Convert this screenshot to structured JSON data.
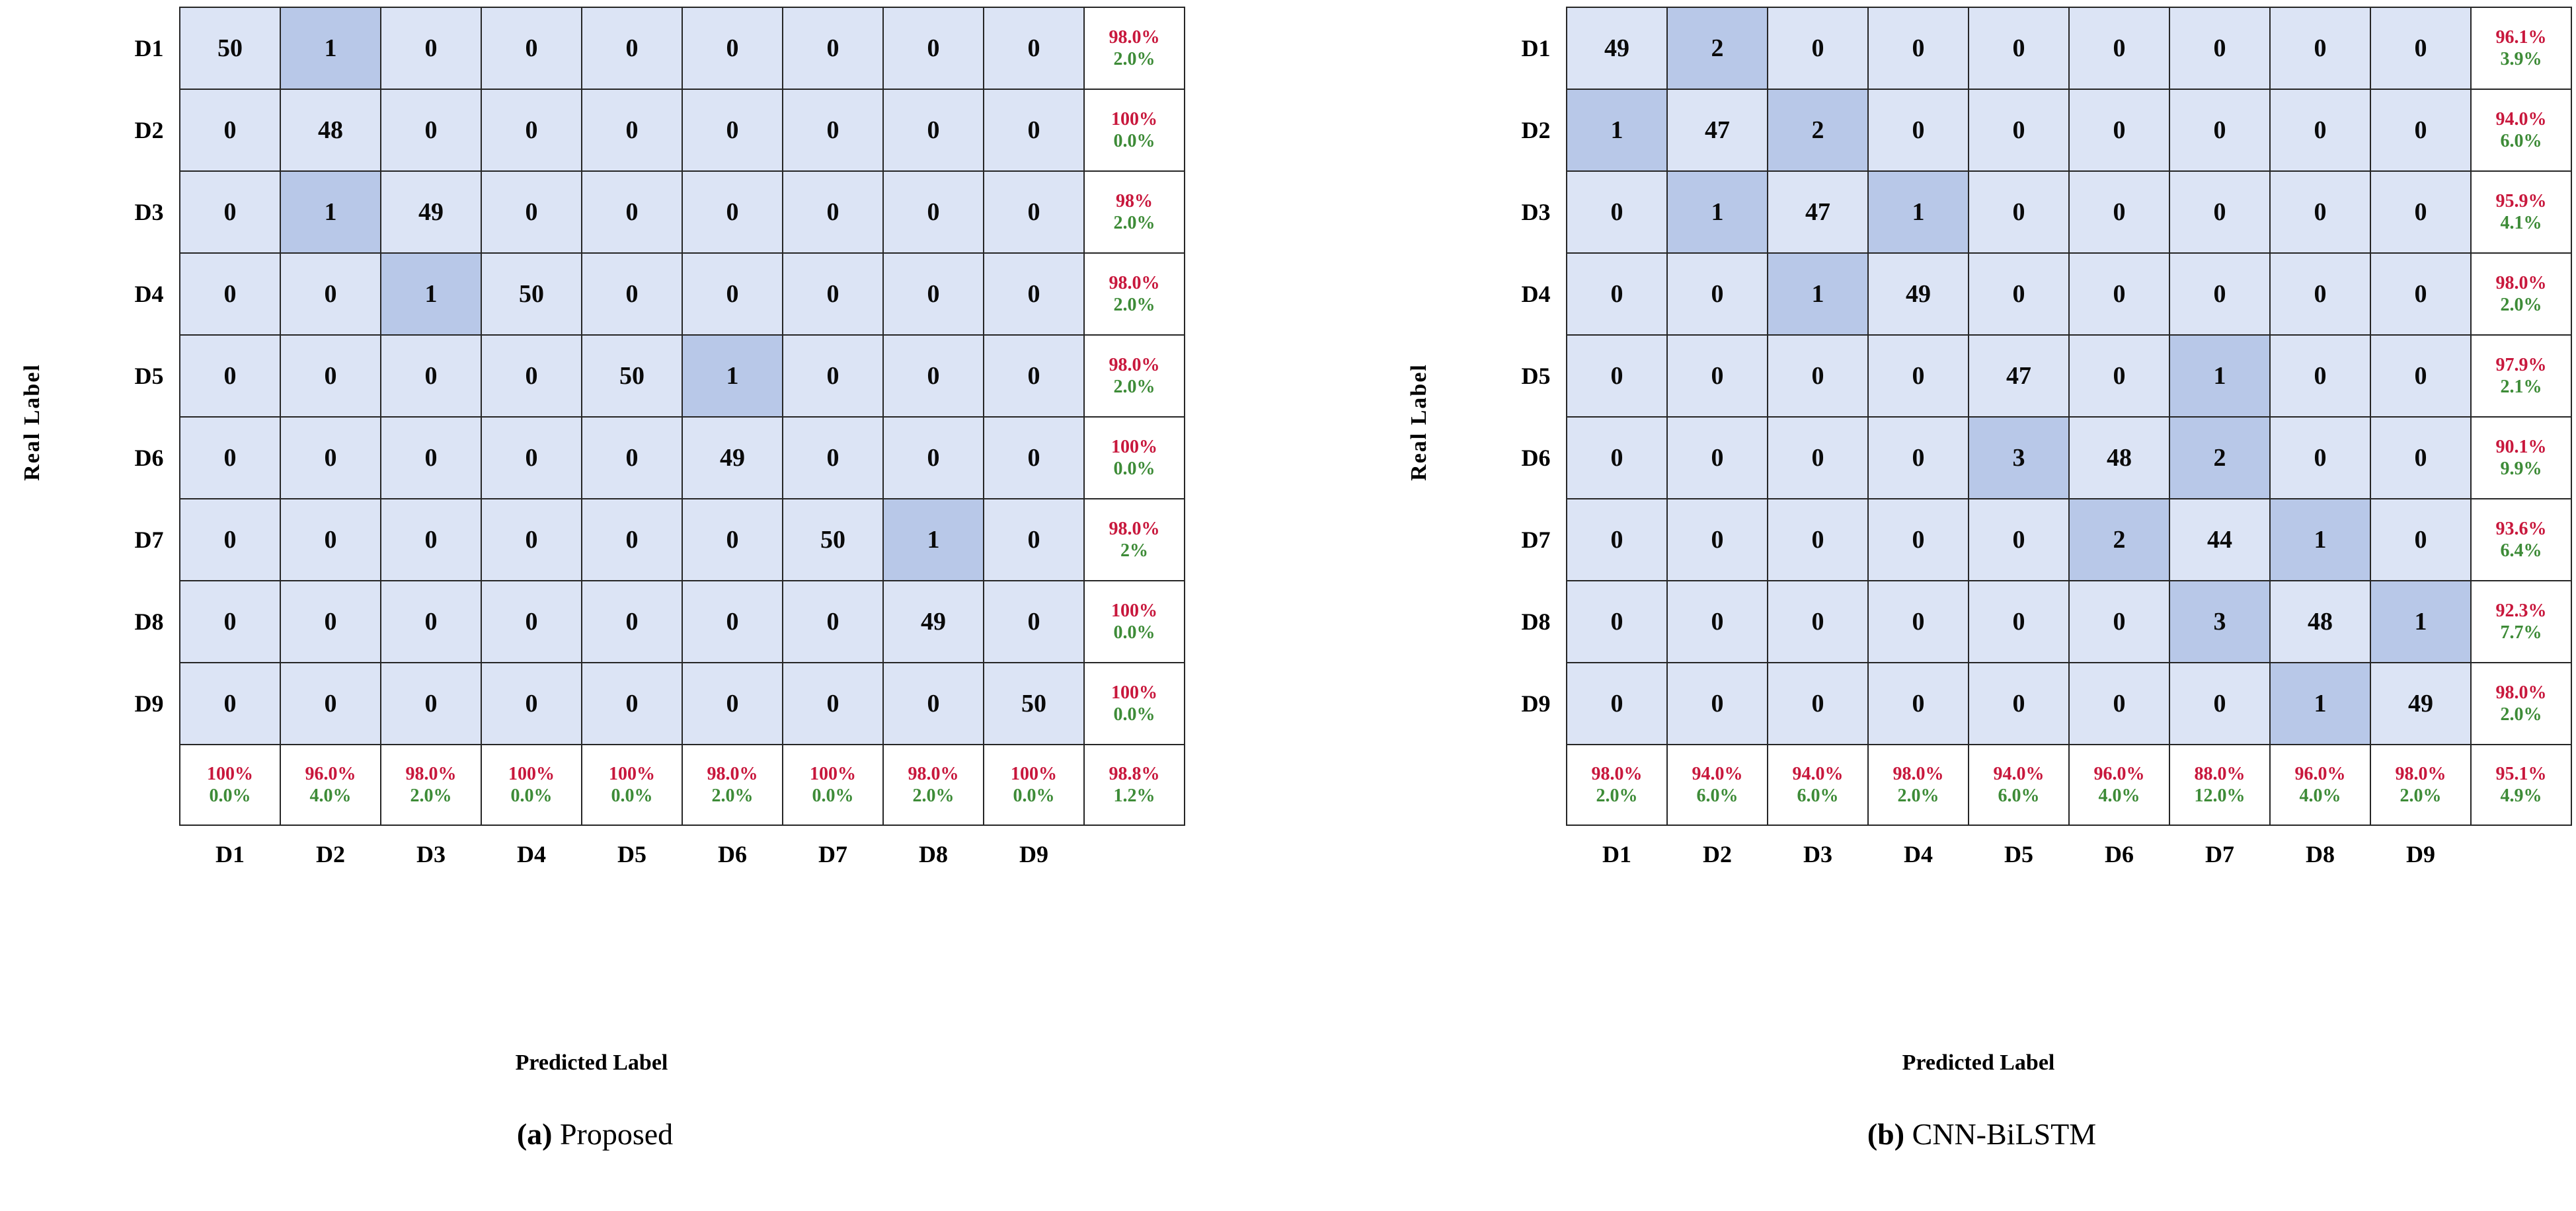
{
  "figure": {
    "axis": {
      "y_title": "Real  Label",
      "x_title": "Predicted Label"
    },
    "class_labels": [
      "D1",
      "D2",
      "D3",
      "D4",
      "D5",
      "D6",
      "D7",
      "D8",
      "D9"
    ]
  },
  "panels": [
    {
      "caption_label": "(a)",
      "caption_text": "Proposed",
      "y_title": "Real  Label",
      "x_title": "Predicted Label",
      "row_labels": [
        "D1",
        "D2",
        "D3",
        "D4",
        "D5",
        "D6",
        "D7",
        "D8",
        "D9"
      ],
      "col_labels": [
        "D1",
        "D2",
        "D3",
        "D4",
        "D5",
        "D6",
        "D7",
        "D8",
        "D9"
      ],
      "matrix": [
        [
          50,
          1,
          0,
          0,
          0,
          0,
          0,
          0,
          0
        ],
        [
          0,
          48,
          0,
          0,
          0,
          0,
          0,
          0,
          0
        ],
        [
          0,
          1,
          49,
          0,
          0,
          0,
          0,
          0,
          0
        ],
        [
          0,
          0,
          1,
          50,
          0,
          0,
          0,
          0,
          0
        ],
        [
          0,
          0,
          0,
          0,
          50,
          1,
          0,
          0,
          0
        ],
        [
          0,
          0,
          0,
          0,
          0,
          49,
          0,
          0,
          0
        ],
        [
          0,
          0,
          0,
          0,
          0,
          0,
          50,
          1,
          0
        ],
        [
          0,
          0,
          0,
          0,
          0,
          0,
          0,
          49,
          0
        ],
        [
          0,
          0,
          0,
          0,
          0,
          0,
          0,
          0,
          50
        ]
      ],
      "row_pct": [
        {
          "correct": "98.0%",
          "error": "2.0%"
        },
        {
          "correct": "100%",
          "error": "0.0%"
        },
        {
          "correct": "98%",
          "error": "2.0%"
        },
        {
          "correct": "98.0%",
          "error": "2.0%"
        },
        {
          "correct": "98.0%",
          "error": "2.0%"
        },
        {
          "correct": "100%",
          "error": "0.0%"
        },
        {
          "correct": "98.0%",
          "error": "2%"
        },
        {
          "correct": "100%",
          "error": "0.0%"
        },
        {
          "correct": "100%",
          "error": "0.0%"
        }
      ],
      "col_pct": [
        {
          "correct": "100%",
          "error": "0.0%"
        },
        {
          "correct": "96.0%",
          "error": "4.0%"
        },
        {
          "correct": "98.0%",
          "error": "2.0%"
        },
        {
          "correct": "100%",
          "error": "0.0%"
        },
        {
          "correct": "100%",
          "error": "0.0%"
        },
        {
          "correct": "98.0%",
          "error": "2.0%"
        },
        {
          "correct": "100%",
          "error": "0.0%"
        },
        {
          "correct": "98.0%",
          "error": "2.0%"
        },
        {
          "correct": "100%",
          "error": "0.0%"
        }
      ],
      "overall": {
        "correct": "98.8%",
        "error": "1.2%"
      }
    },
    {
      "caption_label": "(b)",
      "caption_text": "CNN-BiLSTM",
      "y_title": "Real  Label",
      "x_title": "Predicted Label",
      "row_labels": [
        "D1",
        "D2",
        "D3",
        "D4",
        "D5",
        "D6",
        "D7",
        "D8",
        "D9"
      ],
      "col_labels": [
        "D1",
        "D2",
        "D3",
        "D4",
        "D5",
        "D6",
        "D7",
        "D8",
        "D9"
      ],
      "matrix": [
        [
          49,
          2,
          0,
          0,
          0,
          0,
          0,
          0,
          0
        ],
        [
          1,
          47,
          2,
          0,
          0,
          0,
          0,
          0,
          0
        ],
        [
          0,
          1,
          47,
          1,
          0,
          0,
          0,
          0,
          0
        ],
        [
          0,
          0,
          1,
          49,
          0,
          0,
          0,
          0,
          0
        ],
        [
          0,
          0,
          0,
          0,
          47,
          0,
          1,
          0,
          0
        ],
        [
          0,
          0,
          0,
          0,
          3,
          48,
          2,
          0,
          0
        ],
        [
          0,
          0,
          0,
          0,
          0,
          2,
          44,
          1,
          0
        ],
        [
          0,
          0,
          0,
          0,
          0,
          0,
          3,
          48,
          1
        ],
        [
          0,
          0,
          0,
          0,
          0,
          0,
          0,
          1,
          49
        ]
      ],
      "row_pct": [
        {
          "correct": "96.1%",
          "error": "3.9%"
        },
        {
          "correct": "94.0%",
          "error": "6.0%"
        },
        {
          "correct": "95.9%",
          "error": "4.1%"
        },
        {
          "correct": "98.0%",
          "error": "2.0%"
        },
        {
          "correct": "97.9%",
          "error": "2.1%"
        },
        {
          "correct": "90.1%",
          "error": "9.9%"
        },
        {
          "correct": "93.6%",
          "error": "6.4%"
        },
        {
          "correct": "92.3%",
          "error": "7.7%"
        },
        {
          "correct": "98.0%",
          "error": "2.0%"
        }
      ],
      "col_pct": [
        {
          "correct": "98.0%",
          "error": "2.0%"
        },
        {
          "correct": "94.0%",
          "error": "6.0%"
        },
        {
          "correct": "94.0%",
          "error": "6.0%"
        },
        {
          "correct": "98.0%",
          "error": "2.0%"
        },
        {
          "correct": "94.0%",
          "error": "6.0%"
        },
        {
          "correct": "96.0%",
          "error": "4.0%"
        },
        {
          "correct": "88.0%",
          "error": "12.0%"
        },
        {
          "correct": "96.0%",
          "error": "4.0%"
        },
        {
          "correct": "98.0%",
          "error": "2.0%"
        }
      ],
      "overall": {
        "correct": "95.1%",
        "error": "4.9%"
      }
    }
  ],
  "colors": {
    "cell_bg": "#dce4f5",
    "cell_bg_highlight": "#b8c8e8",
    "border": "#262626",
    "precision_red": "#c8173c",
    "error_green": "#3d8b37",
    "text": "#0a0a0a",
    "page_bg": "#ffffff"
  },
  "chart_data": {
    "type": "heatmap",
    "title": "Confusion matrices: Proposed vs CNN-BiLSTM",
    "xlabel": "Predicted Label",
    "ylabel": "Real  Label",
    "categories": [
      "D1",
      "D2",
      "D3",
      "D4",
      "D5",
      "D6",
      "D7",
      "D8",
      "D9"
    ],
    "grid": true,
    "legend": "none",
    "series": [
      {
        "name": "(a) Proposed",
        "values": [
          [
            50,
            1,
            0,
            0,
            0,
            0,
            0,
            0,
            0
          ],
          [
            0,
            48,
            0,
            0,
            0,
            0,
            0,
            0,
            0
          ],
          [
            0,
            1,
            49,
            0,
            0,
            0,
            0,
            0,
            0
          ],
          [
            0,
            0,
            1,
            50,
            0,
            0,
            0,
            0,
            0
          ],
          [
            0,
            0,
            0,
            0,
            50,
            1,
            0,
            0,
            0
          ],
          [
            0,
            0,
            0,
            0,
            0,
            49,
            0,
            0,
            0
          ],
          [
            0,
            0,
            0,
            0,
            0,
            0,
            50,
            1,
            0
          ],
          [
            0,
            0,
            0,
            0,
            0,
            0,
            0,
            49,
            0
          ],
          [
            0,
            0,
            0,
            0,
            0,
            0,
            0,
            0,
            50
          ]
        ],
        "row_recall_pct": [
          "98.0%",
          "100%",
          "98%",
          "98.0%",
          "98.0%",
          "100%",
          "98.0%",
          "100%",
          "100%"
        ],
        "row_error_pct": [
          "2.0%",
          "0.0%",
          "2.0%",
          "2.0%",
          "2.0%",
          "0.0%",
          "2%",
          "0.0%",
          "0.0%"
        ],
        "col_precision_pct": [
          "100%",
          "96.0%",
          "98.0%",
          "100%",
          "100%",
          "98.0%",
          "100%",
          "98.0%",
          "100%"
        ],
        "col_error_pct": [
          "0.0%",
          "4.0%",
          "2.0%",
          "0.0%",
          "0.0%",
          "2.0%",
          "0.0%",
          "2.0%",
          "0.0%"
        ],
        "overall_accuracy_pct": "98.8%",
        "overall_error_pct": "1.2%"
      },
      {
        "name": "(b) CNN-BiLSTM",
        "values": [
          [
            49,
            2,
            0,
            0,
            0,
            0,
            0,
            0,
            0
          ],
          [
            1,
            47,
            2,
            0,
            0,
            0,
            0,
            0,
            0
          ],
          [
            0,
            1,
            47,
            1,
            0,
            0,
            0,
            0,
            0
          ],
          [
            0,
            0,
            1,
            49,
            0,
            0,
            0,
            0,
            0
          ],
          [
            0,
            0,
            0,
            0,
            47,
            0,
            1,
            0,
            0
          ],
          [
            0,
            0,
            0,
            0,
            3,
            48,
            2,
            0,
            0
          ],
          [
            0,
            0,
            0,
            0,
            0,
            2,
            44,
            1,
            0
          ],
          [
            0,
            0,
            0,
            0,
            0,
            0,
            3,
            48,
            1
          ],
          [
            0,
            0,
            0,
            0,
            0,
            0,
            0,
            1,
            49
          ]
        ],
        "row_recall_pct": [
          "96.1%",
          "94.0%",
          "95.9%",
          "98.0%",
          "97.9%",
          "90.1%",
          "93.6%",
          "92.3%",
          "98.0%"
        ],
        "row_error_pct": [
          "3.9%",
          "6.0%",
          "4.1%",
          "2.0%",
          "2.1%",
          "9.9%",
          "6.4%",
          "7.7%",
          "2.0%"
        ],
        "col_precision_pct": [
          "98.0%",
          "94.0%",
          "94.0%",
          "98.0%",
          "94.0%",
          "96.0%",
          "88.0%",
          "96.0%",
          "98.0%"
        ],
        "col_error_pct": [
          "2.0%",
          "6.0%",
          "6.0%",
          "2.0%",
          "6.0%",
          "4.0%",
          "12.0%",
          "4.0%",
          "2.0%"
        ],
        "overall_accuracy_pct": "95.1%",
        "overall_error_pct": "4.9%"
      }
    ]
  }
}
